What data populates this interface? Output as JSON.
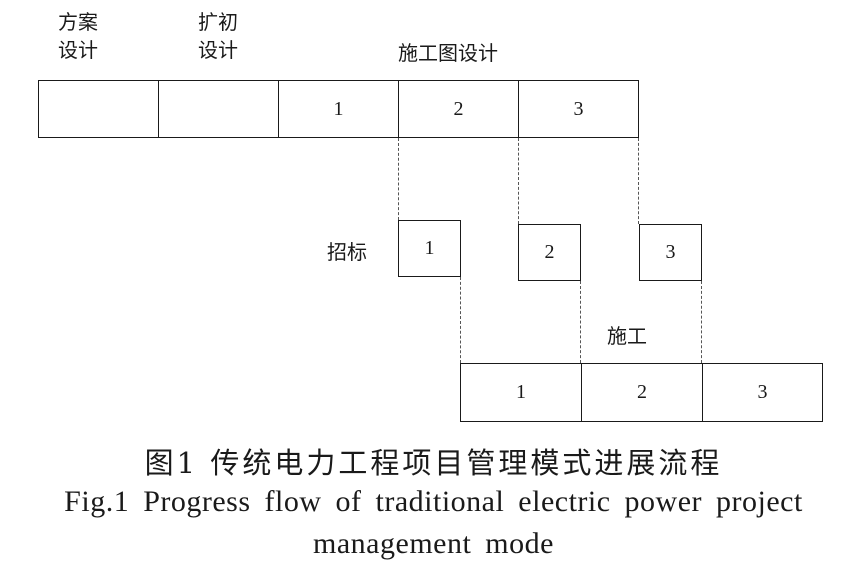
{
  "stages": {
    "scheme_design": "方案\n设计",
    "preliminary_design": "扩初\n设计",
    "construction_drawing_design": "施工图设计",
    "bidding": "招标",
    "construction": "施工"
  },
  "design_row": [
    "",
    "",
    "1",
    "2",
    "3"
  ],
  "bidding_row": [
    "1",
    "2",
    "3"
  ],
  "construction_row": [
    "1",
    "2",
    "3"
  ],
  "caption": {
    "cn": "图1  传统电力工程项目管理模式进展流程",
    "en_line1": "Fig.1 Progress flow of traditional electric power project",
    "en_line2": "management mode"
  }
}
